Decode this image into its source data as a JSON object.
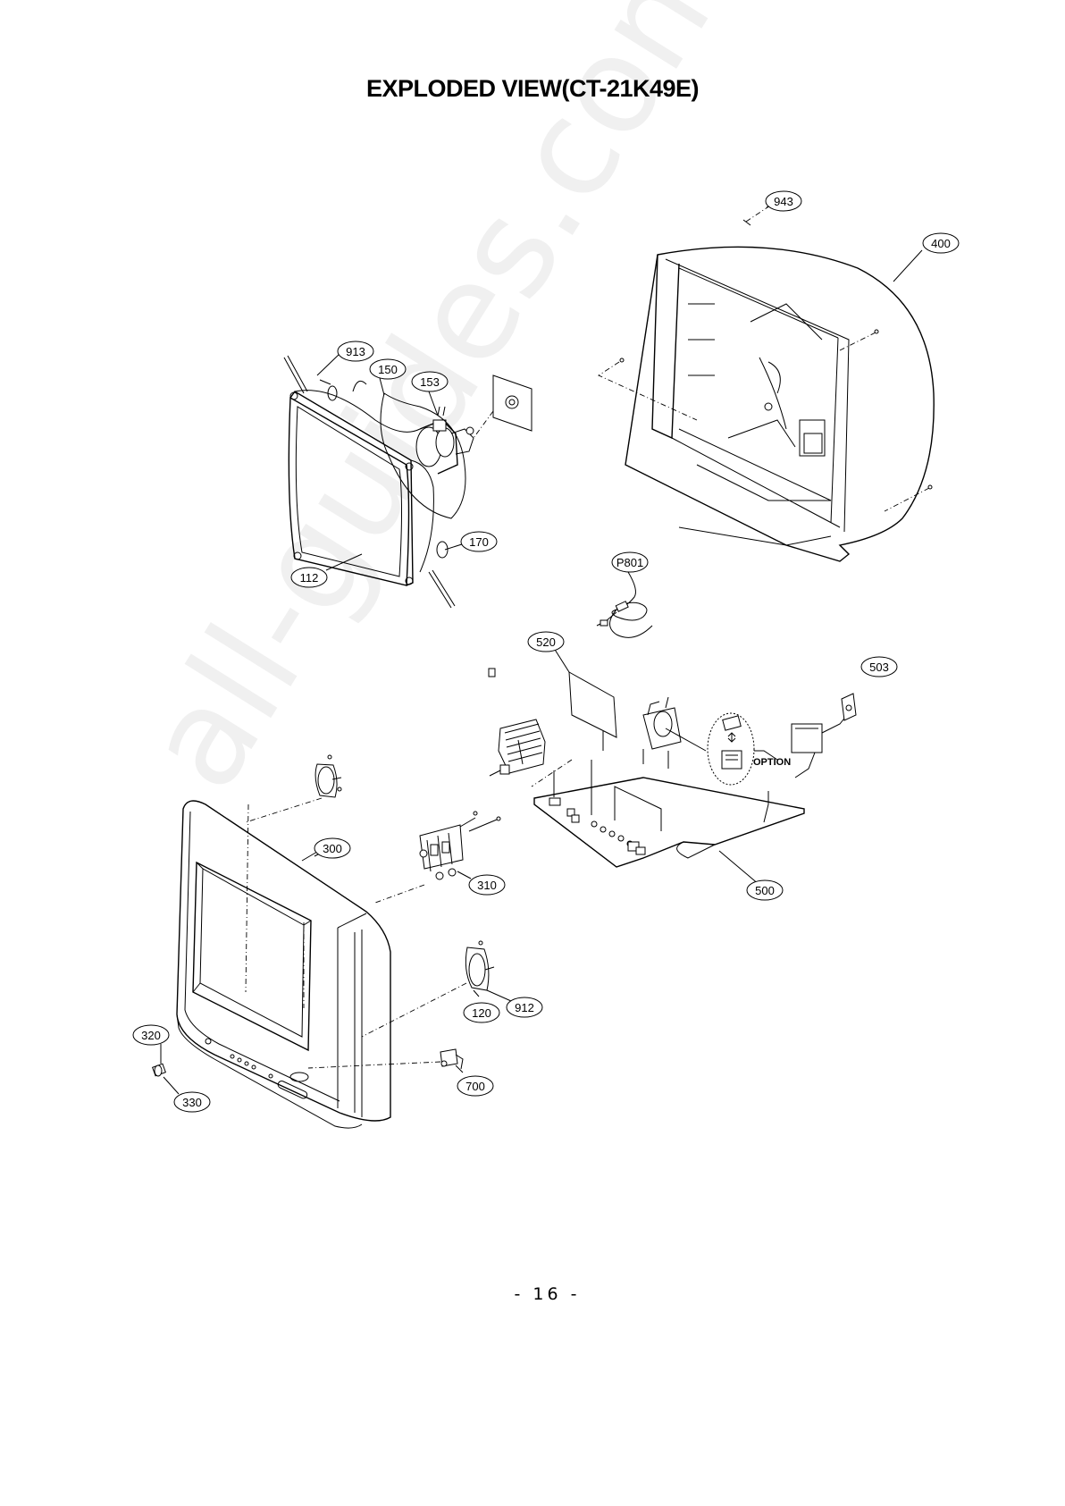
{
  "page": {
    "title": "EXPLODED VIEW(CT-21K49E)",
    "page_number": "- 16 -",
    "watermark": "all-guides.com"
  },
  "callouts": [
    {
      "id": "943",
      "label": "943"
    },
    {
      "id": "400",
      "label": "400"
    },
    {
      "id": "913",
      "label": "913"
    },
    {
      "id": "150",
      "label": "150"
    },
    {
      "id": "153",
      "label": "153"
    },
    {
      "id": "170",
      "label": "170"
    },
    {
      "id": "112",
      "label": "112"
    },
    {
      "id": "p801",
      "label": "P801"
    },
    {
      "id": "520",
      "label": "520"
    },
    {
      "id": "503",
      "label": "503"
    },
    {
      "id": "500",
      "label": "500"
    },
    {
      "id": "300",
      "label": "300"
    },
    {
      "id": "310",
      "label": "310"
    },
    {
      "id": "120",
      "label": "120"
    },
    {
      "id": "912",
      "label": "912"
    },
    {
      "id": "320",
      "label": "320"
    },
    {
      "id": "330",
      "label": "330"
    },
    {
      "id": "700",
      "label": "700"
    }
  ],
  "annotations": {
    "option": "OPTION"
  }
}
